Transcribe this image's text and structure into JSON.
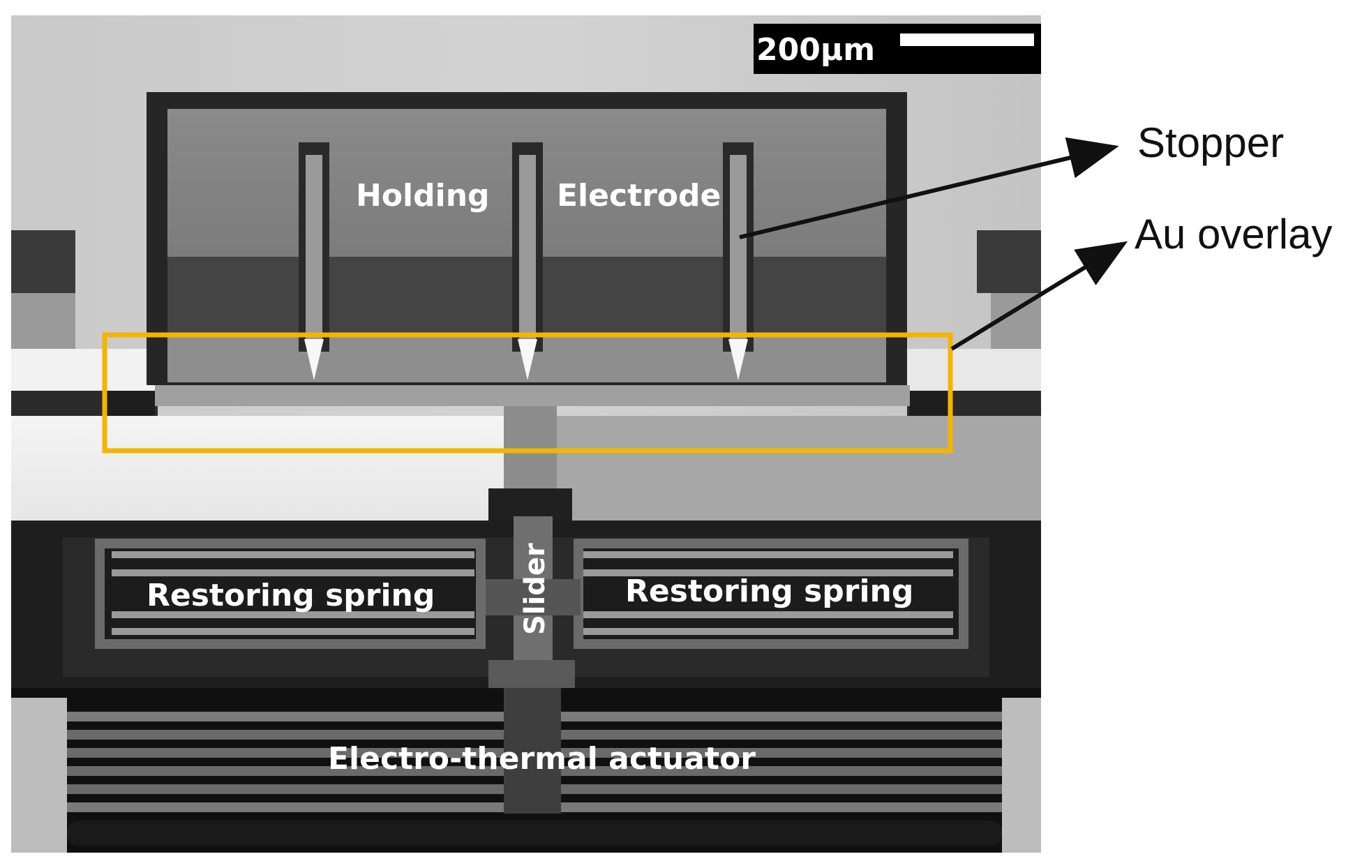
{
  "figure": {
    "scale_bar": {
      "label": "200μm"
    },
    "labels": {
      "holding": "Holding",
      "electrode": "Electrode",
      "restoring_spring_left": "Restoring spring",
      "restoring_spring_right": "Restoring spring",
      "slider": "Slider",
      "actuator": "Electro-thermal actuator"
    },
    "callouts": {
      "stopper": "Stopper",
      "au_overlay": "Au overlay"
    },
    "colors": {
      "highlight_box": "#f5b400",
      "arrow": "#111111"
    },
    "icons": [
      "arrow-icon"
    ]
  }
}
